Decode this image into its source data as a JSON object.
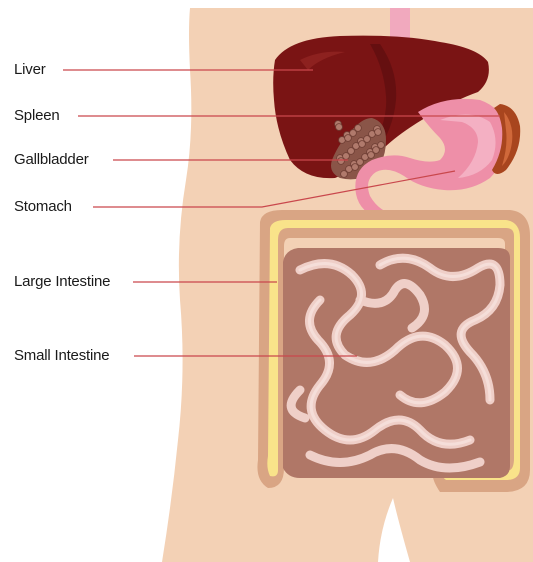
{
  "diagram": {
    "labels": {
      "liver": "Liver",
      "spleen": "Spleen",
      "gallbladder": "Gallbladder",
      "stomach": "Stomach",
      "large_intestine": "Large Intestine",
      "small_intestine": "Small Intestine"
    },
    "colors": {
      "skin": "#F3D1B5",
      "liver": "#7A1414",
      "liver_dark": "#5A0D0E",
      "spleen": "#A8451E",
      "gallbladder": "#9E6A5C",
      "stomach": "#EE8FA8",
      "esophagus": "#F1A9BE",
      "large_intestine_outer": "#D9A584",
      "large_intestine_inner": "#F9E38A",
      "small_intestine_bg": "#B07767",
      "small_intestine_tube": "#EFCFC8",
      "leader_line": "#C9474C"
    }
  }
}
